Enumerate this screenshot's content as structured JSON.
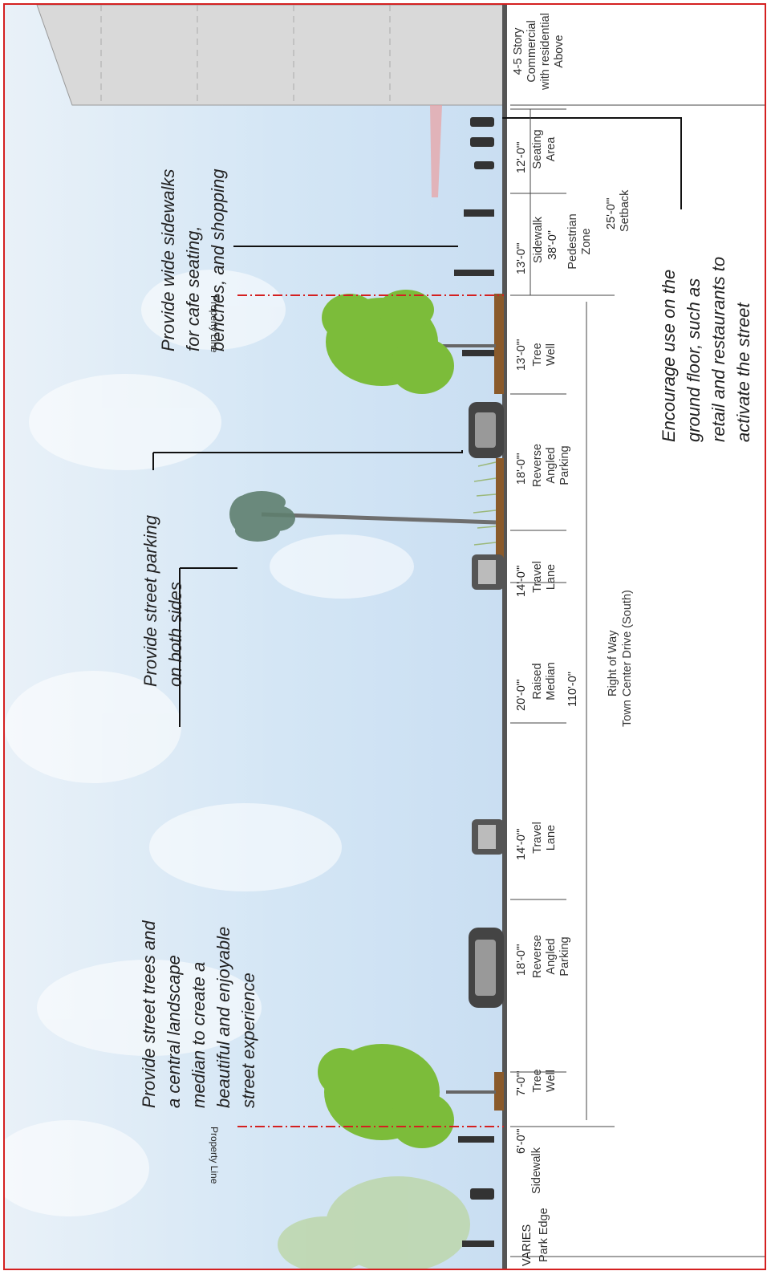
{
  "notes": {
    "cafe": [
      "Provide wide sidewalks",
      "for cafe seating,",
      "benches, and shopping"
    ],
    "parking": [
      "Provide street parking",
      "on both sides"
    ],
    "trees": [
      "Provide street trees and",
      "a central landscape",
      "median to create a",
      "beautiful and enjoyable",
      "street experience"
    ],
    "ground_floor": [
      "Encourage use on the",
      "ground floor, such as",
      "retail and restaurants to",
      "activate the street"
    ]
  },
  "property_line_label": "Property Line",
  "segments": {
    "commercial": "4-5 Story Commercial with residential Above",
    "seating": {
      "dim": "12'-0\"'",
      "label": "Seating Area"
    },
    "sidewalk_ped": {
      "dim": "13'-0\"'",
      "label": "Sidewalk"
    },
    "pedestrian_total": "38'-0\"",
    "pedestrian_zone": "Pedestrian Zone",
    "setback_dim": "25'-0\"'",
    "setback_label": "Setback",
    "tree_well_right": {
      "dim": "13'-0\"'",
      "label": "Tree Well"
    },
    "parking_right": {
      "dim": "18'-0\"'",
      "label": "Reverse Angled Parking"
    },
    "travel_right": {
      "dim": "14'-0\"'",
      "label": "Travel Lane"
    },
    "median": {
      "dim": "20'-0\"'",
      "label": "Raised Median"
    },
    "row_total": "110'-0\"",
    "row_label": "Right of Way",
    "street_name": "Town Center Drive (South)",
    "travel_left": {
      "dim": "14'-0\"'",
      "label": "Travel Lane"
    },
    "parking_left": {
      "dim": "18'-0\"'",
      "label": "Reverse Angled Parking"
    },
    "tree_well_left": {
      "dim": "7'-0\"'",
      "label": "Tree Well"
    },
    "sidewalk_left": {
      "dim": "6'-0\"'",
      "label": "Sidewalk"
    },
    "park_varies": "VARIES",
    "park_edge": "Park Edge"
  },
  "colors": {
    "frame": "#d42020",
    "sky_top": "#cfe3f4",
    "sky_bottom": "#e8f1f8",
    "road": "#555555",
    "tree": "#7cbc3a",
    "property_line": "#d42020",
    "callout": "#111111"
  }
}
